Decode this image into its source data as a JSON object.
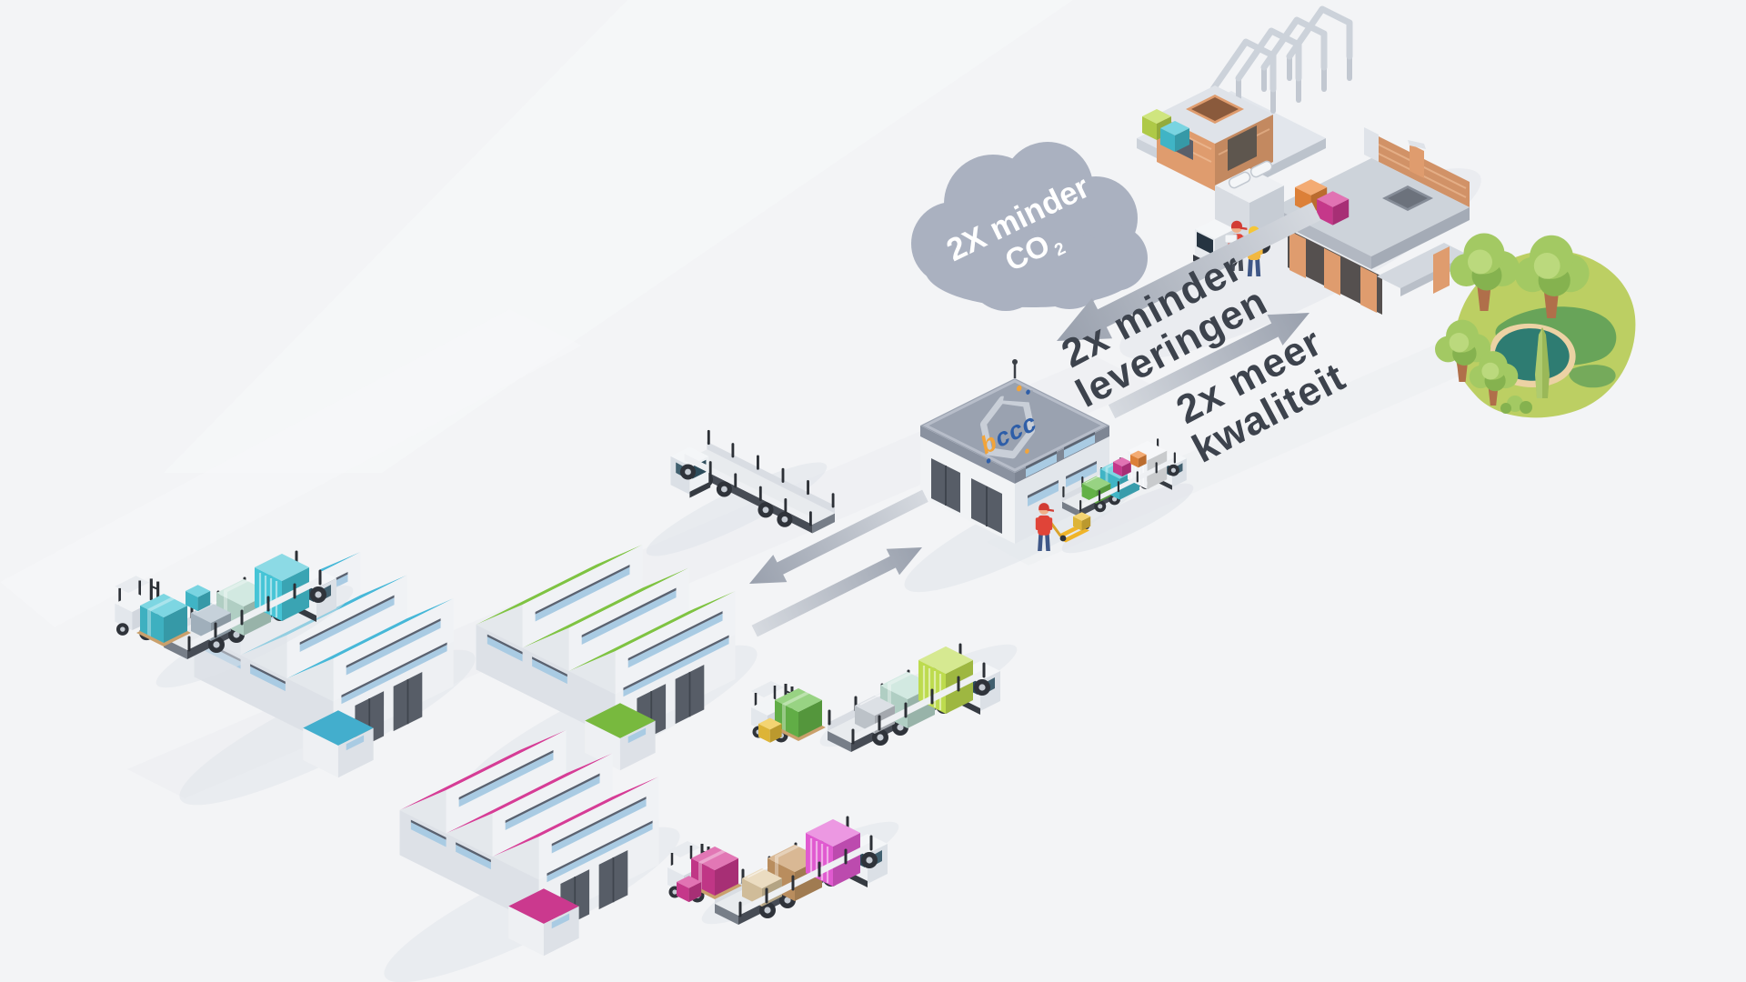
{
  "illustration": {
    "cloud": {
      "line1": "2X minder",
      "gas": "CO",
      "gas_subscript": "2"
    },
    "flow_labels": {
      "deliveries_line1": "2x minder",
      "deliveries_line2": "leveringen",
      "quality_line1": "2x meer",
      "quality_line2": "kwaliteit"
    },
    "hub_logo": {
      "first": "b",
      "rest": "ccc"
    }
  },
  "colors": {
    "c-bg": "#f3f4f6",
    "c-cloud": "#aab1c0",
    "c-ink": "#3d434d",
    "c-arrow-dark": "#99a0ad",
    "c-arrow-light": "#d6dae0",
    "c-blue": "#47b8d8",
    "c-green": "#7fc342",
    "c-magenta": "#d63d96",
    "c-teal": "#46c4d6",
    "c-lime": "#bddb4e",
    "c-green2": "#6cc14e",
    "c-orange": "#ef8b3d",
    "c-yellow": "#f0c43c",
    "c-pinkbox": "#e05ad0",
    "c-mint": "#bfe0d4",
    "c-bundle-gray": "#aebecb",
    "c-wood": "#c99a66",
    "c-beige": "#e2cda6",
    "c-brick": "#df9c6e",
    "c-concrete": "#cdd3da",
    "c-park": "#bccf63",
    "c-parkdark": "#5e9e58",
    "c-pond": "#2e7c72",
    "c-sand": "#ecd2a4",
    "c-tree": "#a3c963",
    "c-treedark": "#85b24f",
    "c-trunk": "#b06f4a",
    "c-logo-orange": "#f2a43a",
    "c-logo-blue": "#2e5ea8",
    "c-roofgray": "#9aa2b0",
    "c-wall": "#eef0f3",
    "c-wallmid": "#dde1e7",
    "c-walldark": "#c9cfd7",
    "c-door": "#575d67",
    "c-window": "#a9cbe3",
    "c-shirt-red": "#e04438",
    "c-jeans": "#3f5787",
    "c-hivis": "#f2b840",
    "c-skin": "#f0b089",
    "c-shadow": "#dfe3e9",
    "c-glass": "#2d4c5b",
    "c-jack": "#f0b429"
  }
}
